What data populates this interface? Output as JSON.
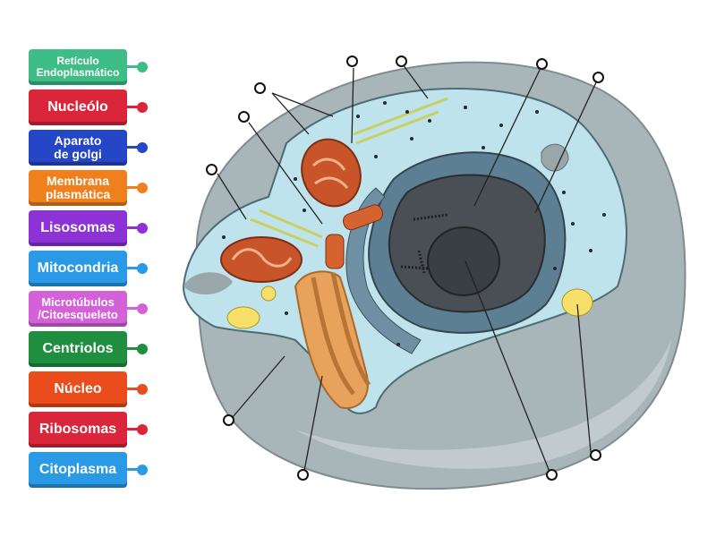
{
  "labels": [
    {
      "id": "reticulo",
      "text": "Retículo Endoplasmático",
      "color": "#3ebd86"
    },
    {
      "id": "nucleolo",
      "text": "Nucleólo",
      "color": "#d9263a"
    },
    {
      "id": "golgi",
      "text": "Aparato de golgi",
      "color": "#2446c7"
    },
    {
      "id": "membrana",
      "text": "Membrana plasmática",
      "color": "#f07f1e"
    },
    {
      "id": "lisosomas",
      "text": "Lisosomas",
      "color": "#8c32d6"
    },
    {
      "id": "mitocondria",
      "text": "Mitocondria",
      "color": "#2a9ae6"
    },
    {
      "id": "microtubulos",
      "text": "Microtúbulos /Citoesqueleto",
      "color": "#d561d8"
    },
    {
      "id": "centriolos",
      "text": "Centriolos",
      "color": "#1f8e3f"
    },
    {
      "id": "nucleo",
      "text": "Núcleo",
      "color": "#ea4c1c"
    },
    {
      "id": "ribosomas",
      "text": "Ribosomas",
      "color": "#d9263a"
    },
    {
      "id": "citoplasma",
      "text": "Citoplasma",
      "color": "#2a9ae6"
    }
  ],
  "colors": {
    "cytoplasm": "#bfe3ec",
    "cell_outer": "#a9b6b9",
    "nucleus_dark": "#3a3f44",
    "mitochondria": "#c9542a",
    "golgi": "#e9a25b",
    "lysosome": "#f6e069"
  }
}
